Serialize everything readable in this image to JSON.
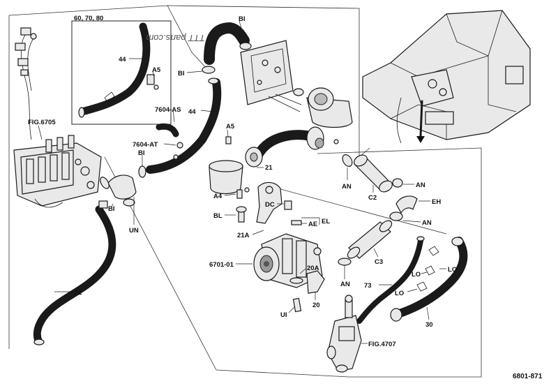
{
  "diagram_id": "6801-871",
  "inset_title": "60, 70, 80",
  "watermark": "TTT parts.com",
  "labels": {
    "l44a": "44",
    "l44b": "44",
    "lA5a": "A5",
    "lA5b": "A5",
    "lBI1": "BI",
    "lBI2": "BI",
    "lBI3": "BI",
    "lBI4": "BI",
    "l7604AS": "7604-AS",
    "l7604AT": "7604-AT",
    "lFIG6705": "FIG.6705",
    "lUN": "UN",
    "l32": "32",
    "l21": "21",
    "l21A": "21A",
    "lA4": "A4",
    "lBL": "BL",
    "lDC": "DC",
    "lAE": "AE",
    "lEL": "EL",
    "l6701": "6701-01",
    "l20A": "20A",
    "l20": "20",
    "lUI": "UI",
    "lAN1": "AN",
    "lAN2": "AN",
    "lAN3": "AN",
    "lAN4": "AN",
    "lC2": "C2",
    "lEH": "EH",
    "lC3": "C3",
    "l73": "73",
    "lLO1": "LO",
    "lLO2": "LO",
    "lLO3": "LO",
    "l30": "30",
    "lFIG4707": "FIG.4707"
  }
}
